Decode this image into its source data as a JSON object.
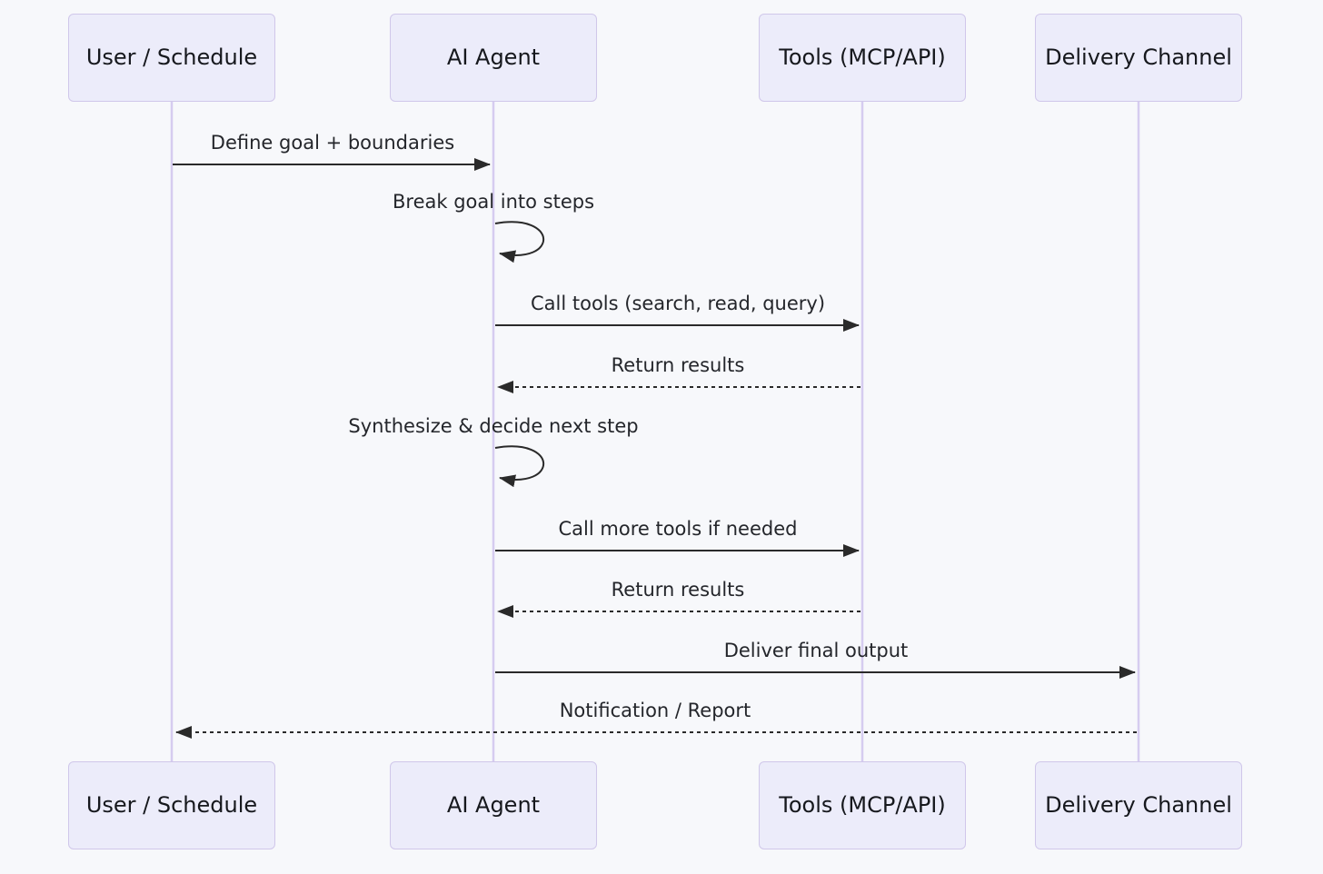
{
  "diagram": {
    "type": "sequence-diagram",
    "actors": [
      {
        "id": "user-schedule",
        "label": "User / Schedule"
      },
      {
        "id": "ai-agent",
        "label": "AI Agent"
      },
      {
        "id": "tools",
        "label": "Tools (MCP/API)"
      },
      {
        "id": "delivery-channel",
        "label": "Delivery Channel"
      }
    ],
    "messages": [
      {
        "from": "user-schedule",
        "to": "ai-agent",
        "label": "Define goal + boundaries",
        "line": "solid"
      },
      {
        "from": "ai-agent",
        "to": "ai-agent",
        "label": "Break goal into steps",
        "line": "self-loop"
      },
      {
        "from": "ai-agent",
        "to": "tools",
        "label": "Call tools (search, read, query)",
        "line": "solid"
      },
      {
        "from": "tools",
        "to": "ai-agent",
        "label": "Return results",
        "line": "dashed"
      },
      {
        "from": "ai-agent",
        "to": "ai-agent",
        "label": "Synthesize & decide next step",
        "line": "self-loop"
      },
      {
        "from": "ai-agent",
        "to": "tools",
        "label": "Call more tools if needed",
        "line": "solid"
      },
      {
        "from": "tools",
        "to": "ai-agent",
        "label": "Return results",
        "line": "dashed"
      },
      {
        "from": "ai-agent",
        "to": "delivery-channel",
        "label": "Deliver final output",
        "line": "solid"
      },
      {
        "from": "delivery-channel",
        "to": "user-schedule",
        "label": "Notification / Report",
        "line": "dashed"
      }
    ],
    "colors": {
      "background": "#f7f8fb",
      "actor_fill": "#ececfa",
      "actor_border": "#d0c7ea",
      "lifeline": "#d6ccf0",
      "arrow": "#2a2a2a",
      "text": "#24262b"
    }
  }
}
